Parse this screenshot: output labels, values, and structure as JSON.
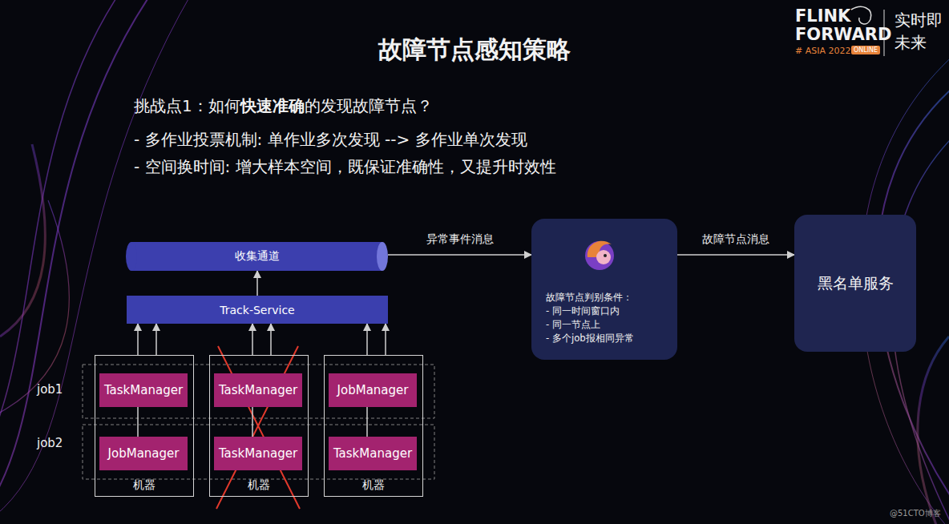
{
  "diagram": {
    "title": "故障节点感知策略",
    "nodes": [
      {
        "text": [
          "收集通道"
        ]
      },
      {
        "text": [
          "Track-Service"
        ]
      },
      {
        "text": [
          "机器"
        ]
      },
      {
        "text": [
          "TaskManager"
        ],
        "in": 2
      },
      {
        "text": [
          "JobManager"
        ],
        "in": 2
      },
      {
        "text": [
          "机器"
        ]
      },
      {
        "text": [
          "TaskManager"
        ],
        "in": 5
      },
      {
        "text": [
          "TaskManager"
        ],
        "in": 5
      },
      {
        "text": [
          "机器"
        ]
      },
      {
        "text": [
          "JobManager"
        ],
        "in": 8
      },
      {
        "text": [
          "TaskManager"
        ],
        "in": 8
      },
      {
        "text": [
          "故障节点判别条件：",
          "- 同一时间窗口内",
          "- 同一节点上",
          "- 多个job报相同异常"
        ]
      },
      {
        "text": [
          "黑名单服务"
        ]
      }
    ],
    "edges": [
      {
        "from": 1,
        "to": 0,
        "arrow": "to"
      },
      {
        "from": 2,
        "to": 1,
        "arrow": "to"
      },
      {
        "from": 2,
        "to": 1,
        "arrow": "to"
      },
      {
        "from": 5,
        "to": 1,
        "arrow": "to"
      },
      {
        "from": 5,
        "to": 1,
        "arrow": "to"
      },
      {
        "from": 8,
        "to": 1,
        "arrow": "to"
      },
      {
        "from": 8,
        "to": 1,
        "arrow": "to"
      },
      {
        "from": 3,
        "to": 4,
        "arrow": "none"
      },
      {
        "from": 6,
        "to": 7,
        "arrow": "none"
      },
      {
        "from": 9,
        "to": 10,
        "arrow": "none"
      },
      {
        "from": 0,
        "to": 11,
        "label": "异常事件消息",
        "arrow": "to"
      },
      {
        "from": 11,
        "to": 12,
        "label": "故障节点消息",
        "arrow": "to"
      }
    ],
    "labels": [
      "挑战点1：如何",
      "快速准确",
      "的发现故障节点？",
      "- 多作业投票机制: 单作业多次发现 --> 多作业单次发现",
      "- 空间换时间: 增大样本空间，既保证准确性，又提升时效性",
      "job1",
      "job2",
      "FLINK",
      "FORWARD",
      "# ASIA 2022",
      "ONLINE",
      "实时即",
      "未来",
      "@51CTO博客"
    ]
  }
}
